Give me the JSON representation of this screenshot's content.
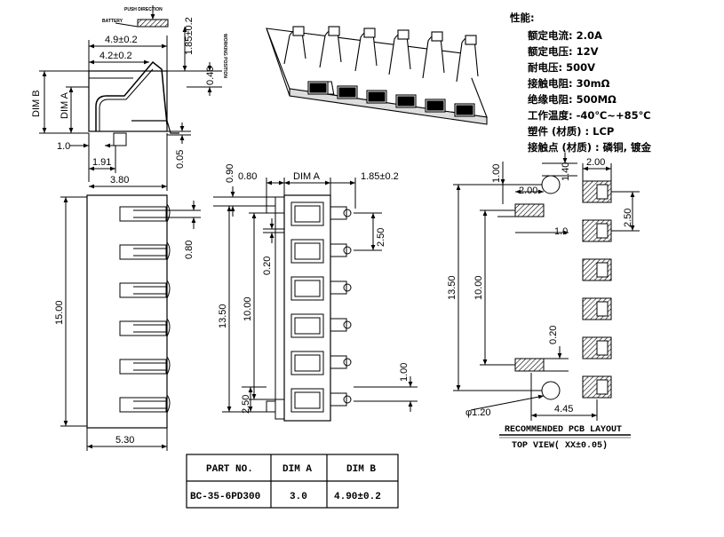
{
  "side_view": {
    "push_direction": "PUSH DIRECTION",
    "battery": "BATTERY",
    "working_position": "WORKING POSITION",
    "dim_4_9": "4.9±0.2",
    "dim_4_2": "4.2±0.2",
    "dim_1_85": "1.85±0.2",
    "dim_0_40": "0.40",
    "dim_b": "DIM B",
    "dim_a": "DIM A",
    "dim_1_0": "1.0",
    "dim_1_91": "1.91",
    "dim_0_05": "0.05",
    "dim_3_80": "3.80"
  },
  "back_view": {
    "dim_15_00": "15.00",
    "dim_0_80": "0.80",
    "dim_5_30": "5.30"
  },
  "top_view": {
    "dim_0_90": "0.90",
    "dim_0_80": "0.80",
    "dim_a": "DIM A",
    "dim_1_85": "1.85±0.2",
    "dim_2_50": "2.50",
    "dim_0_20": "0.20",
    "dim_13_50": "13.50",
    "dim_10_00": "10.00",
    "dim_1_00": "1.00",
    "dim_2_50b": "2.50"
  },
  "pcb_layout": {
    "dim_1_40": "1.40",
    "dim_2_00_top": "2.00",
    "dim_1_00": "1.00",
    "dim_2_00": "2.00",
    "dim_2_50": "2.50",
    "dim_1_0": "1.0",
    "dim_13_50": "13.50",
    "dim_10_00": "10.00",
    "dim_0_20": "0.20",
    "dim_phi_1_20": "φ1.20",
    "dim_4_45": "4.45",
    "title": "RECOMMENDED PCB LAYOUT",
    "subtitle": "TOP VIEW( XX±0.05)"
  },
  "specs": {
    "heading": "性能:",
    "lines": [
      "额定电流: 2.0A",
      "额定电压: 12V",
      "耐电压: 500V",
      "接触电阻: 30mΩ",
      "绝缘电阻: 500MΩ",
      "工作温度: -40℃~+85℃",
      "塑件 (材质) : LCP",
      "接触点 (材质) : 磷铜, 镀金"
    ]
  },
  "table": {
    "headers": [
      "PART NO.",
      "DIM A",
      "DIM B"
    ],
    "rows": [
      [
        "BC-35-6PD300",
        "3.0",
        "4.90±0.2"
      ]
    ]
  }
}
